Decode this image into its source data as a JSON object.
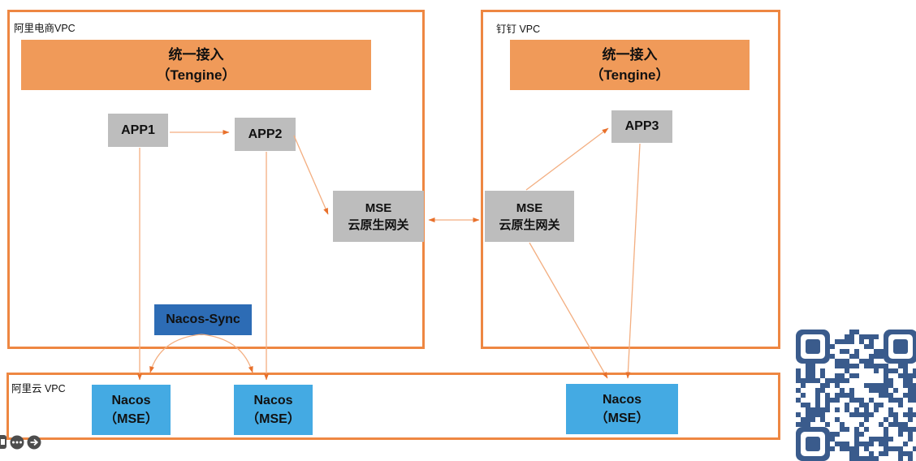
{
  "regions": {
    "vpc_left": {
      "label": "阿里电商VPC"
    },
    "vpc_right": {
      "label": "钉钉 VPC"
    },
    "vpc_bottom": {
      "label": "阿里云 VPC"
    }
  },
  "nodes": {
    "tengine_left": {
      "line1": "统一接入",
      "line2": "（Tengine）"
    },
    "tengine_right": {
      "line1": "统一接入",
      "line2": "（Tengine）"
    },
    "app1": {
      "label": "APP1"
    },
    "app2": {
      "label": "APP2"
    },
    "app3": {
      "label": "APP3"
    },
    "mse_gateway_left": {
      "line1": "MSE",
      "line2": "云原生网关"
    },
    "mse_gateway_right": {
      "line1": "MSE",
      "line2": "云原生网关"
    },
    "nacos_sync": {
      "label": "Nacos-Sync"
    },
    "nacos_left": {
      "line1": "Nacos",
      "line2": "（MSE）"
    },
    "nacos_middle": {
      "line1": "Nacos",
      "line2": "（MSE）"
    },
    "nacos_right": {
      "line1": "Nacos",
      "line2": "（MSE）"
    }
  },
  "colors": {
    "vpc_border": "#EE8742",
    "tengine_fill": "#F09A59",
    "gray_fill": "#BDBDBD",
    "nacos_sync_fill": "#2D6CB5",
    "nacos_fill": "#44AAE3",
    "arrow_line": "#F3AE80",
    "arrow_head": "#E8702B",
    "qr_color": "#3A5B8C",
    "control_icon_fill": "#4D4D4D"
  },
  "icons": {
    "more": "more-icon",
    "forward": "forward-icon",
    "partial_toolbar": "partial-toolbar-icon",
    "qr": "qr-code"
  }
}
